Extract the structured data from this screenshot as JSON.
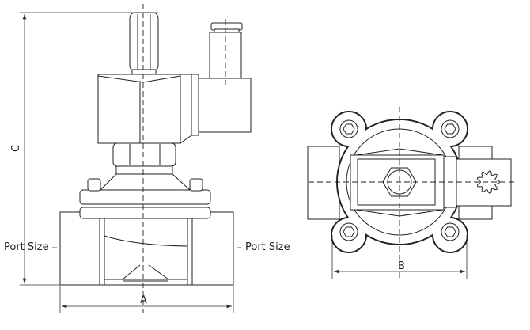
{
  "labels": {
    "port_size_left": "Port Size",
    "port_size_right": "Port Size",
    "dim_a": "A",
    "dim_b": "B",
    "dim_c": "C"
  }
}
